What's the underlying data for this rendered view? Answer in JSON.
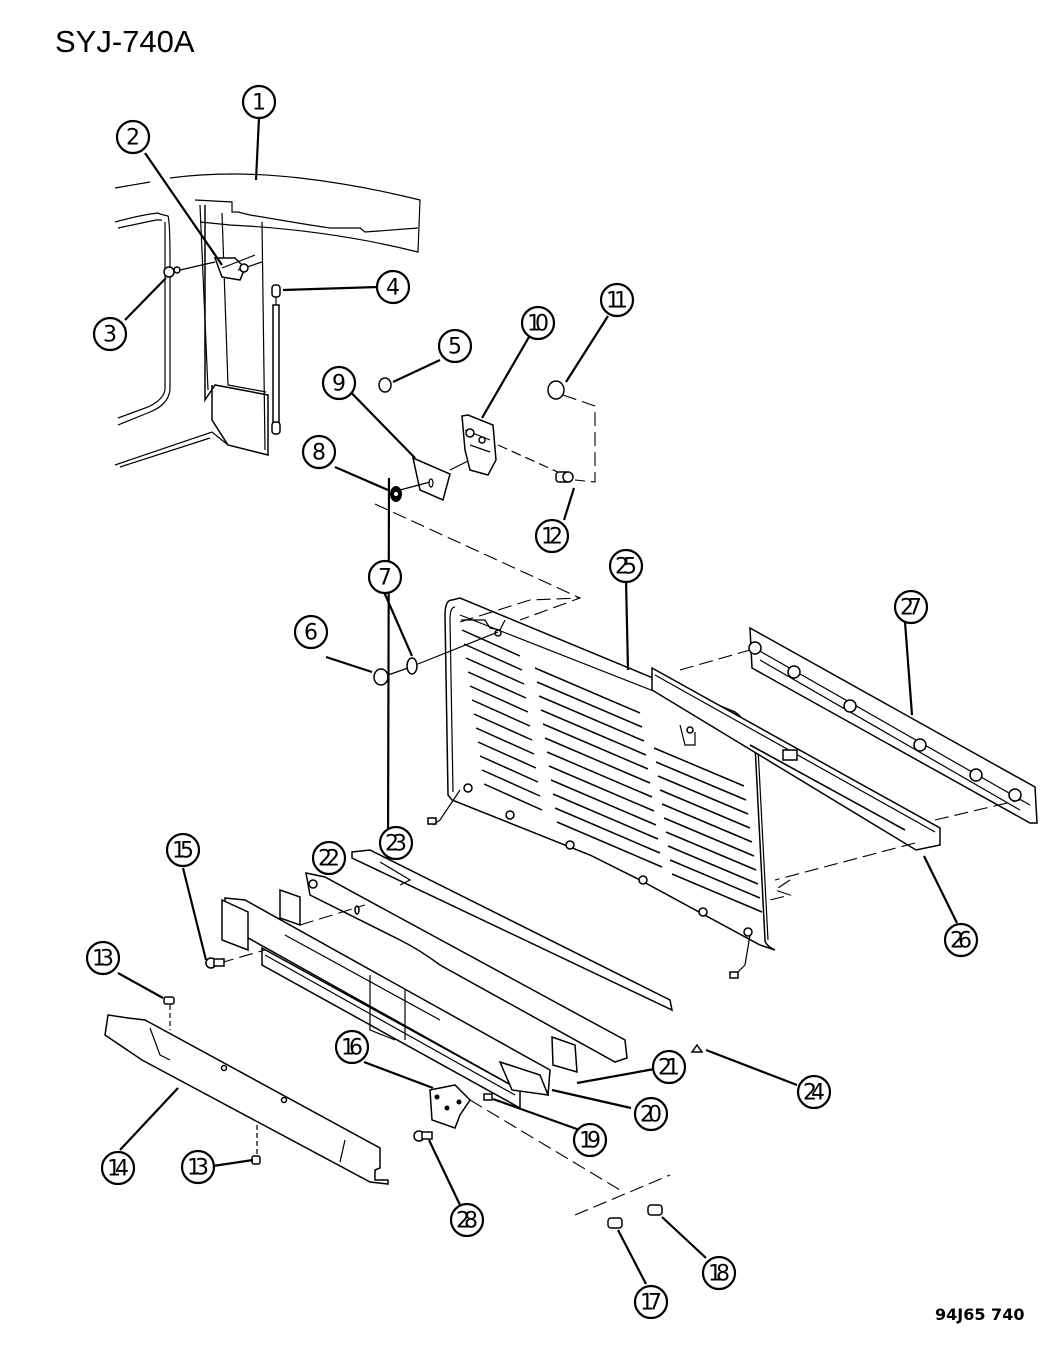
{
  "diagram": {
    "title": "SYJ-740A",
    "code": "94J65 740",
    "callouts": [
      {
        "id": "c1",
        "label": "1"
      },
      {
        "id": "c2",
        "label": "2"
      },
      {
        "id": "c3",
        "label": "3"
      },
      {
        "id": "c4",
        "label": "4"
      },
      {
        "id": "c5",
        "label": "5"
      },
      {
        "id": "c6",
        "label": "6"
      },
      {
        "id": "c7",
        "label": "7"
      },
      {
        "id": "c8",
        "label": "8"
      },
      {
        "id": "c9",
        "label": "9"
      },
      {
        "id": "c10",
        "label": "10"
      },
      {
        "id": "c11",
        "label": "11"
      },
      {
        "id": "c12",
        "label": "12"
      },
      {
        "id": "c13a",
        "label": "13"
      },
      {
        "id": "c13b",
        "label": "13"
      },
      {
        "id": "c14",
        "label": "14"
      },
      {
        "id": "c15",
        "label": "15"
      },
      {
        "id": "c16",
        "label": "16"
      },
      {
        "id": "c17",
        "label": "17"
      },
      {
        "id": "c18",
        "label": "18"
      },
      {
        "id": "c19",
        "label": "19"
      },
      {
        "id": "c20",
        "label": "20"
      },
      {
        "id": "c21",
        "label": "21"
      },
      {
        "id": "c22",
        "label": "22"
      },
      {
        "id": "c23",
        "label": "23"
      },
      {
        "id": "c24",
        "label": "24"
      },
      {
        "id": "c25",
        "label": "25"
      },
      {
        "id": "c26",
        "label": "26"
      },
      {
        "id": "c27",
        "label": "27"
      },
      {
        "id": "c28",
        "label": "28"
      }
    ]
  }
}
